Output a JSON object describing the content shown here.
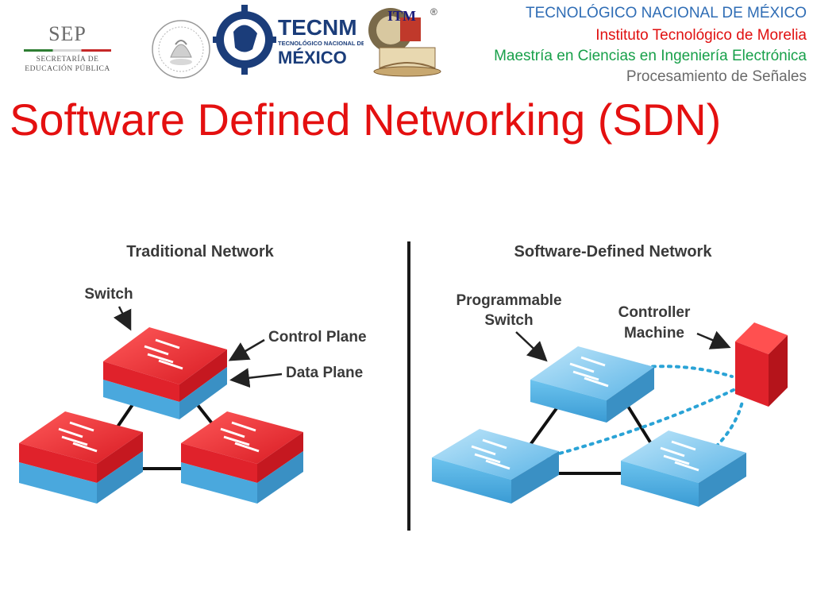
{
  "header": {
    "sep": {
      "title": "SEP",
      "subtitle_1": "SECRETARÍA DE",
      "subtitle_2": "EDUCACIÓN PÚBLICA"
    },
    "tecnm": {
      "name": "TECNM",
      "subtitle": "TECNOLÓGICO NACIONAL DE",
      "country": "MÉXICO"
    },
    "itm": {
      "initials": "ITM"
    },
    "registered": "®",
    "institution_lines": [
      "TECNOLÓGICO NACIONAL DE MÉXICO",
      "Instituto Tecnológico de Morelia",
      "Maestría en Ciencias en Ingeniería Electrónica",
      "Procesamiento de Señales"
    ]
  },
  "slide": {
    "title": "Software Defined Networking (SDN)"
  },
  "diagram": {
    "traditional": {
      "title": "Traditional Network",
      "switch_label": "Switch",
      "control_plane_label": "Control Plane",
      "data_plane_label": "Data Plane"
    },
    "sdn": {
      "title": "Software-Defined Network",
      "programmable_switch_line1": "Programmable",
      "programmable_switch_line2": "Switch",
      "controller_line1": "Controller",
      "controller_line2": "Machine"
    },
    "colors": {
      "red": "#e0222b",
      "blue": "#4aa8dd",
      "label": "#3a3a3a",
      "title_red": "#e41010"
    }
  }
}
